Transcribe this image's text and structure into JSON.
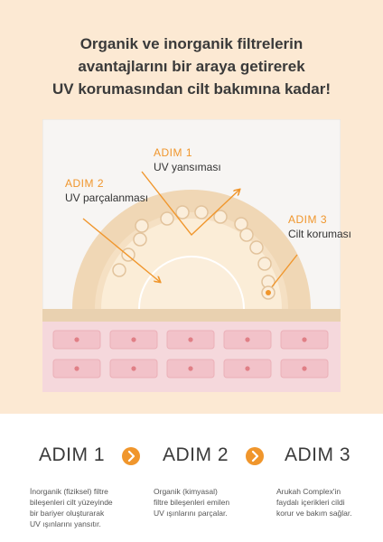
{
  "headline": {
    "line1": "Organik ve inorganik filtrelerin",
    "line2": "avantajlarını bir araya getirerek",
    "line3": "UV korumasından cilt bakımına kadar!"
  },
  "diagram": {
    "steps": [
      {
        "title": "ADIM 1",
        "desc": "UV yansıması"
      },
      {
        "title": "ADIM 2",
        "desc": "UV parçalanması"
      },
      {
        "title": "ADIM 3",
        "desc": "Cilt koruması"
      }
    ]
  },
  "bottom": {
    "steps": [
      {
        "title": "ADIM 1",
        "lines": [
          "İnorganik (fiziksel) filtre",
          "bileşenleri cilt yüzeyinde",
          "bir bariyer oluşturarak",
          "UV ışınlarını yansıtır."
        ]
      },
      {
        "title": "ADIM 2",
        "lines": [
          "Organik (kimyasal)",
          "filtre bileşenleri emilen",
          "UV ışınlarını parçalar."
        ]
      },
      {
        "title": "ADIM 3",
        "lines": [
          "Arukah Complex'in",
          "faydalı içerikleri cildi",
          "korur ve bakım sağlar."
        ]
      }
    ]
  },
  "colors": {
    "accent": "#f0962c",
    "background": "#fce9d3",
    "shield_outer": "#f0d7b5",
    "shield_inner": "#fbeedb",
    "skin": "#f5d8dc",
    "cell_dot": "#e07f86"
  },
  "icons": [
    "chevron-right-icon"
  ]
}
